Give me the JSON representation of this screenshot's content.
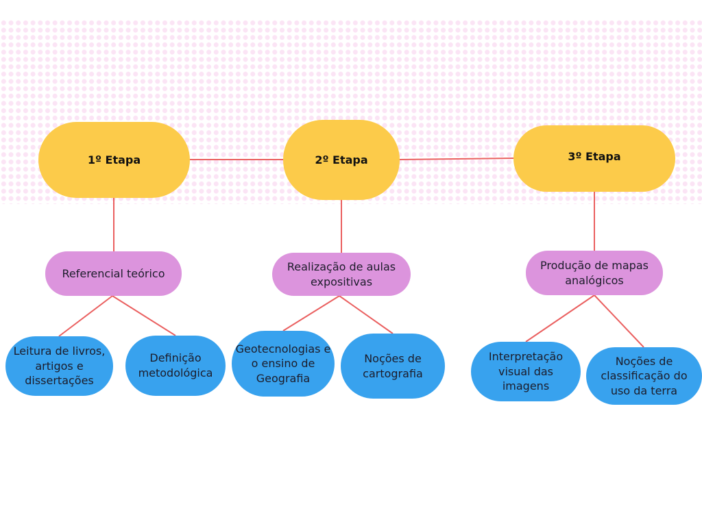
{
  "stages": [
    {
      "label": "1º Etapa"
    },
    {
      "label": "2º Etapa"
    },
    {
      "label": "3º Etapa"
    }
  ],
  "topics": [
    {
      "label": "Referencial teórico"
    },
    {
      "label": "Realização de aulas expositivas"
    },
    {
      "label": "Produção de mapas analógicos"
    }
  ],
  "leaves": [
    {
      "label": "Leitura de livros, artigos e dissertações"
    },
    {
      "label": "Definição metodológica"
    },
    {
      "label": "Geotecnologias e o ensino de Geografia"
    },
    {
      "label": "Noções de cartografia"
    },
    {
      "label": "Interpretação visual das imagens"
    },
    {
      "label": "Noções  de classificação do uso da terra"
    }
  ],
  "colors": {
    "stage": "#fccb4a",
    "topic": "#dc94dd",
    "leaf": "#38a2ee",
    "connector": "#ea5f5f",
    "dot_pattern": "#fbe3f4"
  }
}
